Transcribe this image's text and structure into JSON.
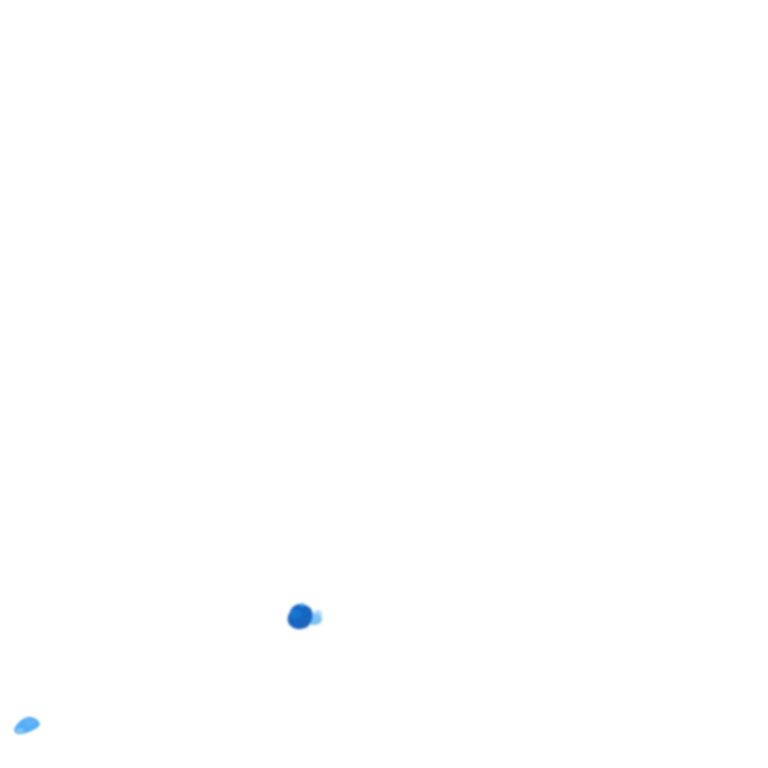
{
  "canvas": {
    "background": "#ffffff"
  },
  "marks": [
    {
      "name": "ink-blot-main",
      "kind": "paint-splotch",
      "colors": [
        "#1565c0",
        "#1e88e5",
        "#64b5f6"
      ]
    },
    {
      "name": "ink-blot-small",
      "kind": "paint-splotch",
      "colors": [
        "#42a5f5",
        "#90caf9"
      ]
    }
  ]
}
